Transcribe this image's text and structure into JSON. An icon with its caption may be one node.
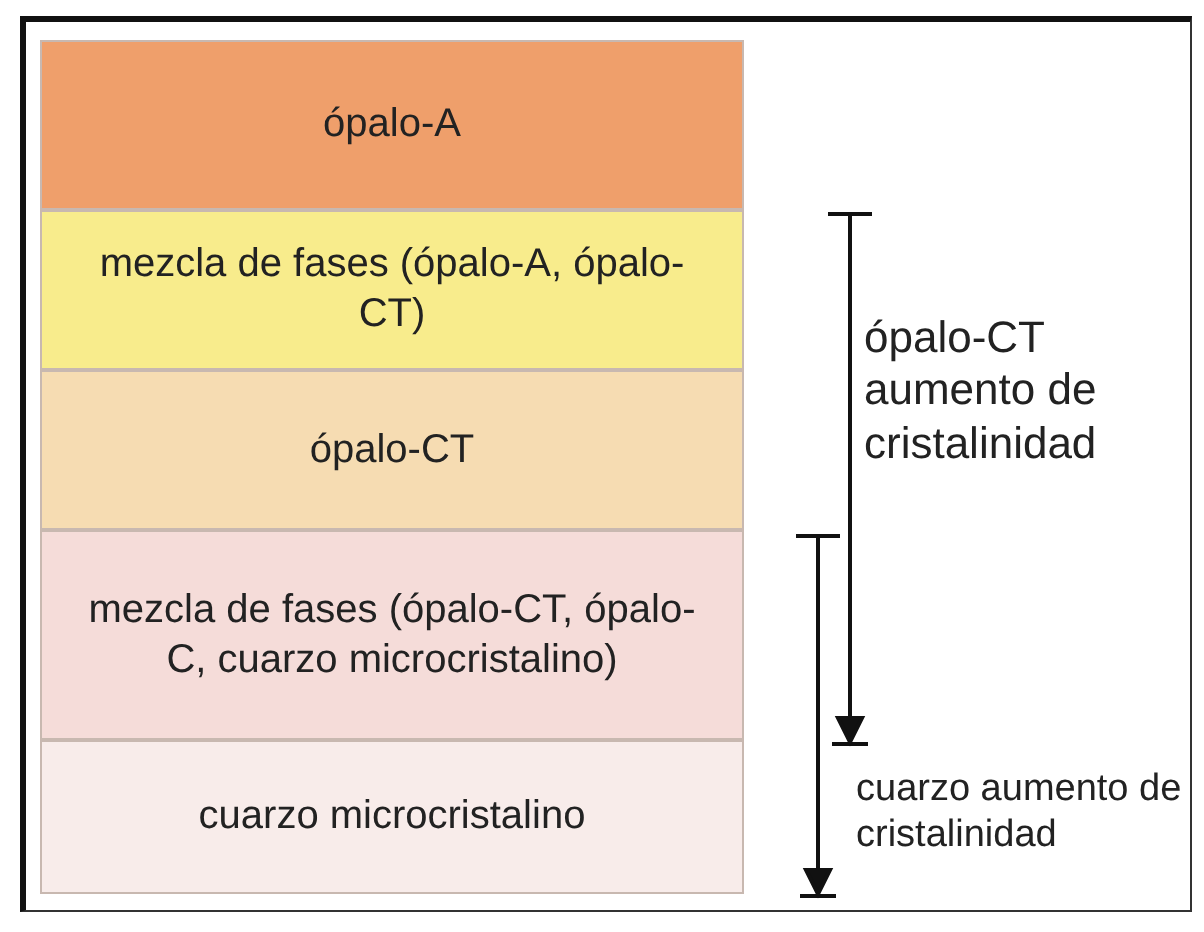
{
  "diagram": {
    "nodes": [
      {
        "text": [
          "ópalo-A"
        ]
      },
      {
        "text": [
          "mezcla de fases (ópalo-A, ópalo-CT)"
        ]
      },
      {
        "text": [
          "ópalo-CT"
        ]
      },
      {
        "text": [
          "mezcla de fases (ópalo-CT, ópalo-C, cuarzo microcristalino)"
        ]
      },
      {
        "text": [
          "cuarzo microcristalino"
        ]
      }
    ],
    "labels": [
      "ópalo-CT aumento de cristalinidad",
      "cuarzo aumento de cristalinidad"
    ]
  }
}
